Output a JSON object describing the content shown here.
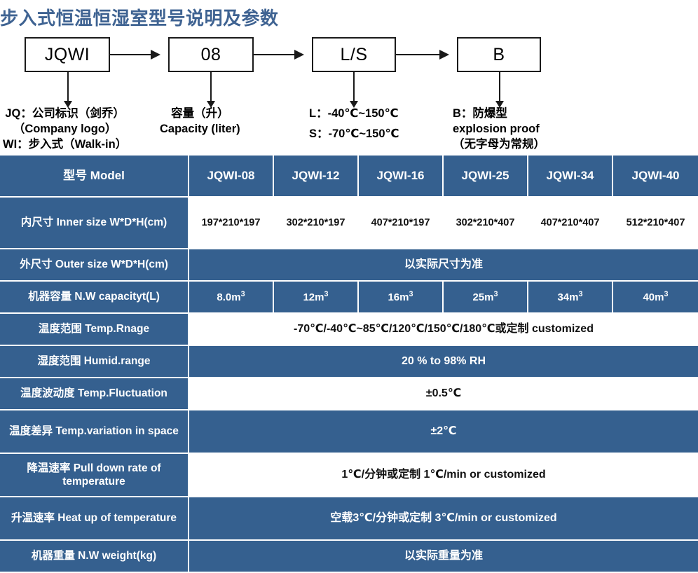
{
  "title": "步入式恒温恒湿室型号说明及参数",
  "colors": {
    "title": "#3f6392",
    "table_blue": "#35608f",
    "table_white": "#ffffff",
    "box_border": "#1a1a1a"
  },
  "diagram": {
    "boxes": [
      {
        "label": "JQWI"
      },
      {
        "label": "08"
      },
      {
        "label": "L/S"
      },
      {
        "label": "B"
      }
    ],
    "legends": [
      {
        "line1": "JQ：公司标识（剑乔）",
        "line2": "（Company logo）",
        "line3": "WI：步入式（Walk-in）"
      },
      {
        "line1": "容量（升）",
        "line2": "Capacity (liter)",
        "line3": ""
      },
      {
        "line1": "L：-40℃~150℃",
        "line2": "S：-70℃~150℃",
        "line3": ""
      },
      {
        "line1": "B：防爆型",
        "line2": "explosion proof",
        "line3": "（无字母为常规）"
      }
    ]
  },
  "table": {
    "header": {
      "row_label": "型号 Model",
      "models": [
        "JQWI-08",
        "JQWI-12",
        "JQWI-16",
        "JQWI-25",
        "JQWI-34",
        "JQWI-40"
      ]
    },
    "rows": [
      {
        "label": "内尺寸 Inner size W*D*H(cm)",
        "label_style": "blue",
        "cell_style": "white",
        "type": "per-model",
        "values": [
          "197*210*197",
          "302*210*197",
          "407*210*197",
          "302*210*407",
          "407*210*407",
          "512*210*407"
        ]
      },
      {
        "label": "外尺寸 Outer size W*D*H(cm)",
        "label_style": "blue",
        "cell_style": "blue",
        "type": "merged",
        "value": "以实际尺寸为准"
      },
      {
        "label": "机器容量 N.W capacityt(L)",
        "label_style": "blue",
        "cell_style": "blue",
        "type": "per-model",
        "values": [
          "8.0m³",
          "12m³",
          "16m³",
          "25m³",
          "34m³",
          "40m³"
        ]
      },
      {
        "label": "温度范围 Temp.Rnage",
        "label_style": "blue",
        "cell_style": "white",
        "type": "merged",
        "value": "-70℃/-40℃~85℃/120℃/150℃/180℃或定制 customized"
      },
      {
        "label": "湿度范围 Humid.range",
        "label_style": "blue",
        "cell_style": "blue",
        "type": "merged",
        "value": "20 % to 98% RH"
      },
      {
        "label": "温度波动度 Temp.Fluctuation",
        "label_style": "blue",
        "cell_style": "white",
        "type": "merged",
        "value": "±0.5℃"
      },
      {
        "label": "温度差异 Temp.variation in space",
        "label_style": "blue",
        "cell_style": "blue",
        "type": "merged",
        "value": "±2℃"
      },
      {
        "label": "降温速率 Pull down rate of temperature",
        "label_style": "blue",
        "cell_style": "white",
        "type": "merged",
        "value": "1℃/分钟或定制    1℃/min or customized"
      },
      {
        "label": "升温速率 Heat up of temperature",
        "label_style": "blue",
        "cell_style": "blue",
        "type": "merged",
        "value": "空载3℃/分钟或定制 3℃/min or customized"
      },
      {
        "label": "机器重量 N.W weight(kg)",
        "label_style": "blue",
        "cell_style": "blue",
        "type": "merged",
        "value": "以实际重量为准"
      }
    ]
  }
}
